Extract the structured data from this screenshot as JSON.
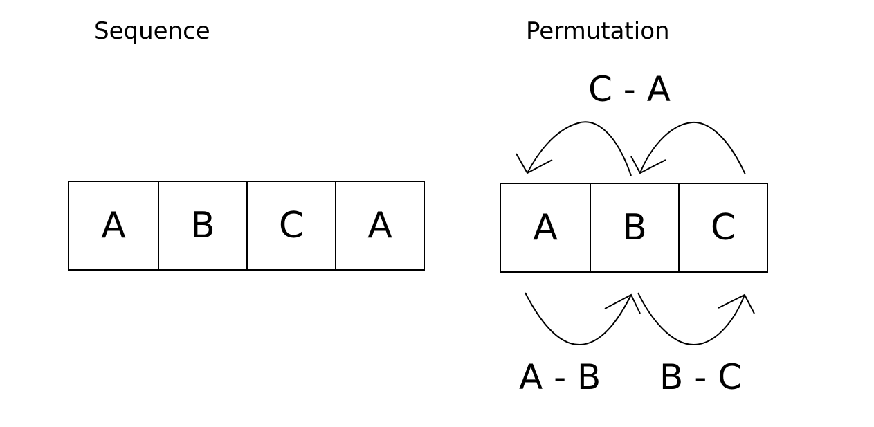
{
  "sequence": {
    "title": "Sequence",
    "cells": [
      "A",
      "B",
      "C",
      "A"
    ]
  },
  "permutation": {
    "title": "Permutation",
    "cells": [
      "A",
      "B",
      "C"
    ],
    "transitions": {
      "top": "C - A",
      "bottom_left": "A - B",
      "bottom_right": "B - C"
    }
  }
}
